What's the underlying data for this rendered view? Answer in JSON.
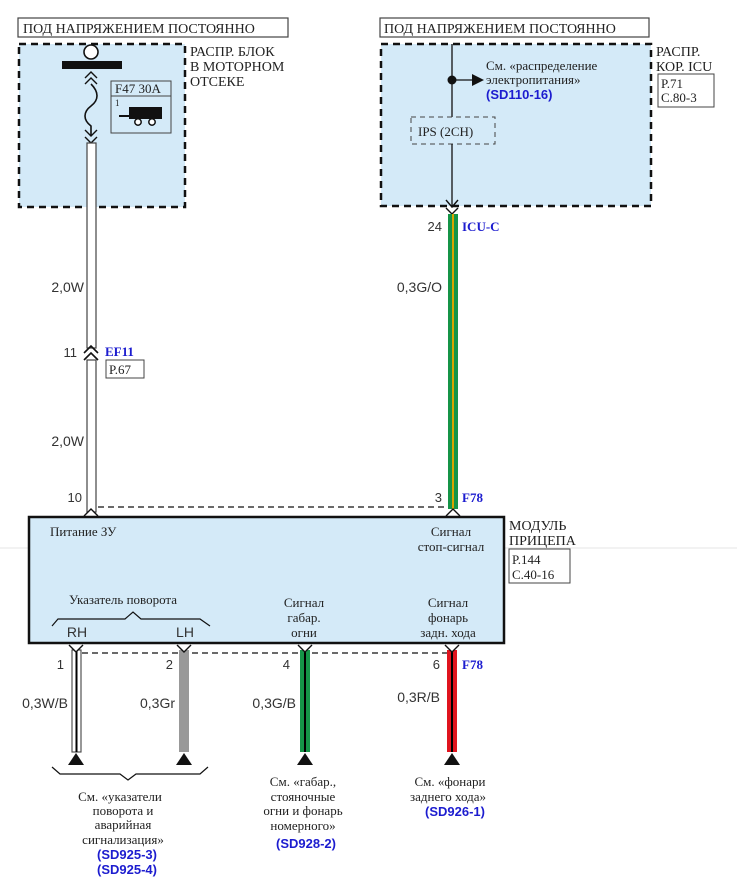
{
  "left_source": {
    "header": "ПОД НАПРЯЖЕНИЕМ ПОСТОЯННО",
    "label_lines": [
      "РАСПР. БЛОК",
      "В МОТОРНОМ",
      "ОТСЕКЕ"
    ],
    "fuse": {
      "name": "F47 30A",
      "index": "1",
      "icon": "trailer-icon"
    }
  },
  "right_source": {
    "header": "ПОД НАПРЯЖЕНИЕМ ПОСТОЯННО",
    "label_lines": [
      "РАСПР.",
      "КОР. ICU"
    ],
    "ref_lines": [
      "P.71",
      "C.80-3"
    ],
    "see_lines": [
      "См. «распределение",
      "электропитания»"
    ],
    "see_link": "(SD110-16)",
    "ips": "IPS (2CH)"
  },
  "wires": {
    "left_upper": {
      "gauge": "2,0W",
      "pin_top": "11"
    },
    "ef11": {
      "connector": "EF11",
      "ref": "P.67"
    },
    "left_lower": {
      "gauge": "2,0W",
      "pin": "10"
    },
    "right": {
      "gauge": "0,3G/O",
      "pin_top": "24",
      "connector_top": "ICU-C",
      "pin_bottom": "3",
      "connector_bottom": "F78"
    }
  },
  "module": {
    "label_lines": [
      "МОДУЛЬ",
      "ПРИЦЕПА"
    ],
    "ref_lines": [
      "P.144",
      "C.40-16"
    ],
    "power_label": "Питание ЗУ",
    "stop_lines": [
      "Сигнал",
      "стоп-сигнал"
    ],
    "turn_label": "Указатель поворота",
    "rh": "RH",
    "lh": "LH",
    "marker_lines": [
      "Сигнал",
      "габар.",
      "огни"
    ],
    "reverse_lines": [
      "Сигнал",
      "фонарь",
      "задн. хода"
    ]
  },
  "outputs": [
    {
      "pin": "1",
      "gauge": "0,3W/B",
      "color": "#ffffff",
      "stripe": "#000000"
    },
    {
      "pin": "2",
      "gauge": "0,3Gr",
      "color": "#999999",
      "stripe": ""
    },
    {
      "pin": "4",
      "gauge": "0,3G/B",
      "color": "#159447",
      "stripe": "#000000"
    },
    {
      "pin": "6",
      "gauge": "0,3R/B",
      "color": "#e0141e",
      "stripe": "#000000",
      "connector": "F78"
    }
  ],
  "refs": {
    "turn": {
      "lines": [
        "См. «указатели",
        "поворота и",
        "аварийная",
        "сигнализация»"
      ],
      "links": [
        "(SD925-3)",
        "(SD925-4)"
      ]
    },
    "marker": {
      "lines": [
        "См. «габар.,",
        "стояночные",
        "огни и фонарь",
        "номерного»"
      ],
      "links": [
        "(SD928-2)"
      ]
    },
    "reverse": {
      "lines": [
        "См. «фонари",
        "заднего хода»"
      ],
      "links": [
        "(SD926-1)"
      ]
    }
  },
  "colors": {
    "box_fill": "#d4eaf8",
    "link_blue": "#1c1ccf",
    "wire_green": "#159447",
    "wire_orange": "#d8a400",
    "wire_red": "#e0141e",
    "wire_gray": "#999999"
  }
}
